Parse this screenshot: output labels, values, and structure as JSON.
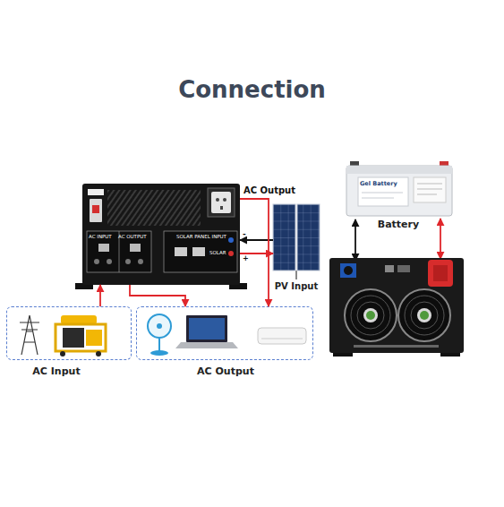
{
  "diagram": {
    "title": "Connection",
    "nodes": [
      {
        "text": [
          "AC INPUT",
          "AC OUTPUT",
          "SOLAR PANEL INPUT"
        ]
      },
      {
        "text": [
          "PV Input"
        ]
      },
      {
        "text": [
          "Gel Battery",
          "Battery"
        ]
      },
      {
        "text": [
          "AC Input"
        ]
      },
      {
        "text": [
          "AC Output"
        ]
      }
    ],
    "edges": [
      {
        "from": 1,
        "to": 0,
        "arrow": "to"
      },
      {
        "from": 0,
        "to": 1,
        "arrow": "to"
      },
      {
        "from": 3,
        "to": 0,
        "arrow": "to"
      },
      {
        "from": 0,
        "to": 4,
        "arrow": "to"
      },
      {
        "from": 0,
        "to": 4,
        "label": "AC Output",
        "arrow": "to"
      }
    ],
    "labels": [
      "SOLAR",
      "+",
      "-"
    ]
  }
}
